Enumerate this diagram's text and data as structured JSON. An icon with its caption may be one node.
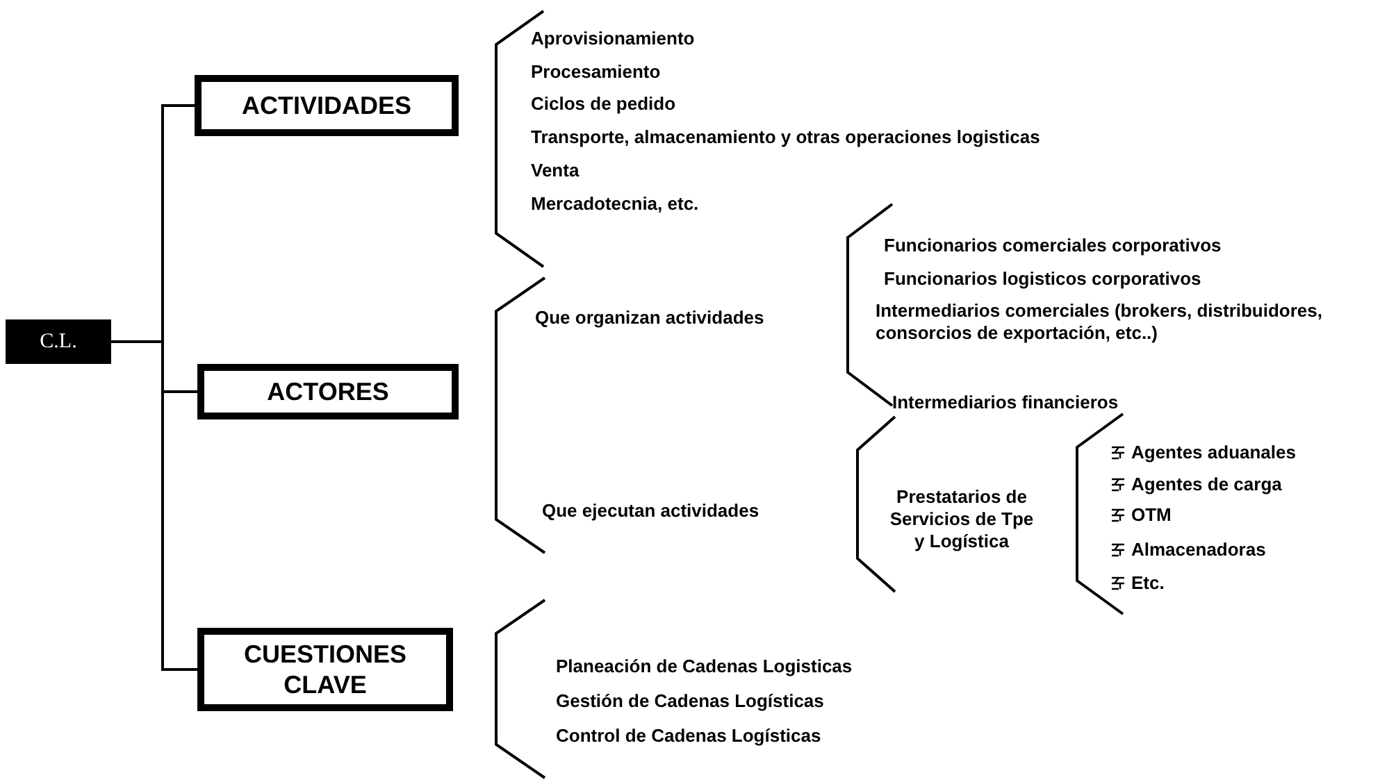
{
  "diagram": {
    "nodes": [
      {
        "text": [
          "C.L."
        ]
      },
      {
        "text": [
          "ACTIVIDADES"
        ]
      },
      {
        "text": [
          "ACTORES"
        ]
      },
      {
        "text": [
          "CUESTIONES CLAVE"
        ]
      }
    ],
    "edges": [
      {
        "from": 0,
        "to": 1,
        "arrow": "none"
      },
      {
        "from": 0,
        "to": 2,
        "arrow": "none"
      },
      {
        "from": 0,
        "to": 3,
        "arrow": "none"
      }
    ],
    "labels": [
      "Aprovisionamiento",
      "Procesamiento",
      "Ciclos de pedido",
      "Transporte, almacenamiento y otras operaciones logisticas",
      "Venta",
      "Mercadotecnia, etc.",
      "Que organizan actividades",
      "Funcionarios comerciales corporativos",
      "Funcionarios logisticos corporativos",
      "Intermediarios comerciales (brokers, distribuidores, consorcios de exportación, etc..)",
      "Intermediarios financieros",
      "Que ejecutan actividades",
      "Prestatarios de Servicios de Tpe y Logística",
      "Agentes aduanales",
      "Agentes de carga",
      "OTM",
      "Almacenadoras",
      "Etc.",
      "Planeación de Cadenas Logisticas",
      "Gestión de Cadenas Logísticas",
      "Control de Cadenas Logísticas"
    ]
  }
}
